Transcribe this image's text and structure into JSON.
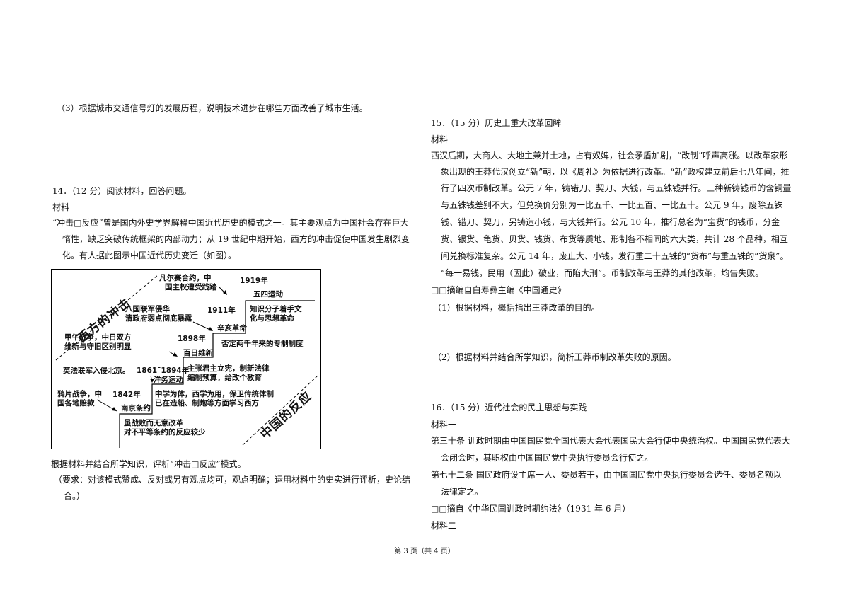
{
  "left": {
    "q13_3": "（3）根据城市交通信号灯的发展历程，说明技术进步在哪些方面改善了城市生活。",
    "q14_title": "14．（12 分）阅读材料，回答问题。",
    "q14_material_label": "材料",
    "q14_para_lines": [
      "“冲击□反应”曾是国内外史学界解释中国近代历史的模式之一。其主要观点为中国社会存在巨大",
      "惰性，缺乏突破传统框架的内部动力；从 19 世纪中期开始，西方的冲击促使中国发生剧烈变",
      "化。有人据此图示中国近代历史变迁（如图）。"
    ],
    "q14_question": "根据材料并结合所学知识，评析“冲击□反应”模式。",
    "q14_req_lines": [
      "（要求：对该模式赞成、反对或另有观点均可，观点明确；运用材料中的史实进行评析，史论结",
      "合。）"
    ]
  },
  "diagram": {
    "west_label": "西方的冲击",
    "china_label": "中国的反应",
    "items": {
      "versailles": [
        "凡尔赛合约，中",
        "国主权遭受践踏"
      ],
      "y1919": "1919年",
      "may4": "五四运动",
      "may4_desc": [
        "知识分子着手文",
        "化与思想革命"
      ],
      "boxer": [
        "八国联军侵华",
        "清政府弱点彻底暴露"
      ],
      "y1911": "1911年",
      "xinhai": "辛亥革命",
      "xinhai_desc": "否定两千年来的专制制度",
      "sinojp": [
        "甲午战争，中日双方",
        "维新与守旧区别明显"
      ],
      "y1898": "1898年",
      "reform": "百日维新",
      "reform_desc": [
        "主张君主立宪，制新法律",
        "编制预算，给改个教育"
      ],
      "anglofr": "英法联军入侵北京。",
      "y1861": "1861ˉ1894年",
      "yangwu": "洋务运动",
      "yangwu_desc": [
        "中学为体，西学为用，保卫传统体制",
        "已在造船、制炮等方面学习西方"
      ],
      "opium": [
        "鸦片战争，中",
        "国各地赔款"
      ],
      "y1842": "1842年",
      "nanjing": "南京条约",
      "nanjing_desc": [
        "虽战败而无意改革",
        "对不平等条约的反应较少"
      ]
    }
  },
  "right": {
    "q15_title": "15．（15 分）历史上重大改革回眸",
    "q15_material_label": "材料",
    "q15_para_lines": [
      "西汉后期，大商人、大地主兼并土地，占有奴婢，社会矛盾加剧，“改制”呼声高涨。以改革家形",
      "象出现的王莽代汉创立“新”朝，以《周礼》为依据进行改革。“新”政权建立前后七八年间，推",
      "行了四次币制改革。公元 7 年，铸错刀、契刀、大钱，与五铢钱并行。三种新铸钱币的含铜量",
      "与五铢钱差别不大，但兑换价分别为一比五千、一比五百、一比五十。公元 9 年，废除五铢",
      "钱、错刀、契刀，另铸造小钱，与大钱并行。公元 10 年，推行总名为“宝货”的钱币，分金",
      "货、银货、龟货、贝货、钱货、布货等质地、形制各不相同的六大类，共计 28 个品种，相互",
      "间兑换标准复杂。公元 14 年，废止大、小钱，发行重二十五铢的“货布”与重五铢的“货泉”。",
      "“每一易钱，民用（因此）破业，而陷大刑”。币制改革与王莽的其他改革，均告失败。"
    ],
    "q15_source": "□□摘编自白寿彝主编《中国通史》",
    "q15_q1": "（1）根据材料，概括指出王莽改革的目的。",
    "q15_q2": "（2）根据材料并结合所学知识，简析王莽币制改革失败的原因。",
    "q16_title": "16．（15 分）近代社会的民主思想与实践",
    "q16_material1_label": "材料一",
    "q16_art30_lines": [
      "第三十条  训政时期由中国国民党全国代表大会代表国民大会行使中央统治权。中国国民党代表大",
      "会闭会时，其职权由中国国民党中央执行委员会行使之。"
    ],
    "q16_art72_lines": [
      "第七十二条   国民政府设主席一人、委员若干，由中国国民党中央执行委员会选任、委员名额以",
      "法律定之。"
    ],
    "q16_source": "□□摘自《中华民国训政时期约法》（1931 年 6 月）",
    "q16_material2_label": "材料二"
  },
  "footer": "第 3 页（共 4 页）"
}
